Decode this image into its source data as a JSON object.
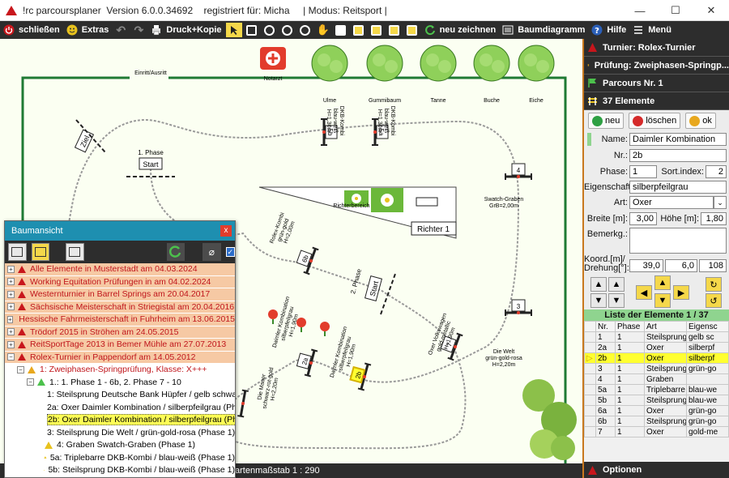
{
  "window": {
    "title": "!rc parcoursplaner  Version 6.0.0.34692    registriert für: Micha     | Modus: Reitsport |",
    "controls": [
      "—",
      "☐",
      "✕"
    ]
  },
  "toolbar": {
    "close": "schließen",
    "extras": "Extras",
    "print": "Druck+Kopie",
    "redraw": "neu zeichnen",
    "tree": "Baumdiagramm",
    "help": "Hilfe",
    "menu": "Menü"
  },
  "canvas": {
    "notarzt": "Notarzt",
    "einritt": "Einritt/Ausritt",
    "trees": [
      "Ulme",
      "Gummibaum",
      "Tanne",
      "Buche",
      "Eiche"
    ],
    "richterbereich": "Richterbereich",
    "richter": "Richter  1",
    "start1_phase": "1.  Phase",
    "start1": "Start",
    "ziel": "Ziel",
    "start2": "Start",
    "phase2": "2.  Phase",
    "obstacles": [
      {
        "num": "5b",
        "text": "DKB-Kombi\nblau-weiß\nH=1,30m"
      },
      {
        "num": "5a",
        "text": "DKB-Kombi\nblau-weiß\nH=1,30m"
      },
      {
        "num": "4",
        "text": "Swatch-Graben\nGrB=2,00m"
      },
      {
        "num": "6b",
        "text": "Rolex-Kombi\ngrün-gold\nH=2,00m"
      },
      {
        "num": "3",
        "text": "Die  Welt\ngrün-gold-rosa\nH=2,20m"
      },
      {
        "num": "7",
        "text": "Oxer Volkswagen\ngold-metallic\nH=1,90m"
      },
      {
        "num": "2a",
        "text": "Daimler  Kombination\nsilberpfeilgrau\nH=1,90m"
      },
      {
        "num": "2b",
        "text": "Daimler  Kombination\nsilberpfeilgrau\nH=1,90m"
      },
      {
        "num": "",
        "text": "Die  Mauer\nschwarz-rot-gold\nH=2,20m"
      }
    ]
  },
  "statusbar": {
    "text": "artenmaßstab  1 : 290"
  },
  "panel": {
    "turnier": "Turnier: Rolex-Turnier",
    "pruefung": "Prüfung:  Zweiphasen-Springp...",
    "parcours": "Parcours  Nr. 1",
    "elemente": "37 Elemente",
    "btn_new": "neu",
    "btn_delete": "löschen",
    "btn_ok": "ok",
    "form": {
      "name_label": "Name:",
      "name": "Daimler Kombination",
      "nr_label": "Nr.:",
      "nr": "2b",
      "phase_label": "Phase:",
      "phase": "1",
      "sort_label": "Sort.index:",
      "sort": "2",
      "eig_label": "Eigenschaft:",
      "eig": "silberpfeilgrau",
      "art_label": "Art:",
      "art": "Oxer",
      "breite_label": "Breite [m]:",
      "breite": "3,00",
      "hoehe_label": "Höhe [m]:",
      "hoehe": "1,80",
      "bemerk_label": "Bemerkg.:",
      "koord_label": "Koord.[m]/\nDrehung[°]:",
      "kx": "39,0",
      "ky": "6,0",
      "rot": "108"
    },
    "list_title": "Liste der Elemente      1 / 37",
    "list_headers": [
      "Nr.",
      "Phase",
      "Art",
      "Eigensc"
    ],
    "list_rows": [
      [
        "1",
        "1",
        "Steilsprung",
        "gelb sc"
      ],
      [
        "2a",
        "1",
        "Oxer",
        "silberpf"
      ],
      [
        "2b",
        "1",
        "Oxer",
        "silberpf"
      ],
      [
        "3",
        "1",
        "Steilsprung",
        "grün-go"
      ],
      [
        "4",
        "1",
        "Graben",
        ""
      ],
      [
        "5a",
        "1",
        "Triplebarre",
        "blau-we"
      ],
      [
        "5b",
        "1",
        "Steilsprung",
        "blau-we"
      ],
      [
        "6a",
        "1",
        "Oxer",
        "grün-go"
      ],
      [
        "6b",
        "1",
        "Steilsprung",
        "grün-go"
      ],
      [
        "7",
        "1",
        "Oxer",
        "gold-me"
      ]
    ],
    "selected_row": 2,
    "options": "Optionen"
  },
  "baum": {
    "title": "Baumansicht",
    "events": [
      "Alle Elemente in Musterstadt am 04.03.2024",
      "Working Equitation Prüfungen in  am 04.02.2024",
      "Westernturnier in Barrel Springs am 20.04.2017",
      "Sächsische Meisterschaft in Striegistal am 20.04.2016",
      "Hessische Fahrmeisterschaft in Fuhrheim am 13.06.2015",
      "Trödorf 2015 in Ströhen am 24.05.2015",
      "ReitSportTage 2013 in Bemer Mühle am 27.07.2013",
      "Rolex-Turnier in Pappendorf am 14.05.2012"
    ],
    "pruefung": "1: Zweiphasen-Springprüfung, Klasse: X+++",
    "parcours": "1.: 1. Phase 1 - 6b, 2. Phase 7 - 10",
    "elements": [
      "1: Steilsprung Deutsche Bank Hüpfer / gelb schwa",
      "2a: Oxer Daimler Kombination / silberpfeilgrau (Pha",
      "2b: Oxer Daimler Kombination / silberpfeilgrau (Pha",
      "3: Steilsprung Die Welt / grün-gold-rosa (Phase 1)",
      "4: Graben Swatch-Graben (Phase 1)",
      "5a: Triplebarre DKB-Kombi / blau-weiß (Phase 1)",
      "5b: Steilsprung DKB-Kombi / blau-weiß (Phase 1)"
    ],
    "selected_element": 2
  },
  "colors": {
    "dark": "#2d2d2d",
    "accent": "#c8781e",
    "fence": "#1f7a34",
    "selected": "#ffff30"
  }
}
